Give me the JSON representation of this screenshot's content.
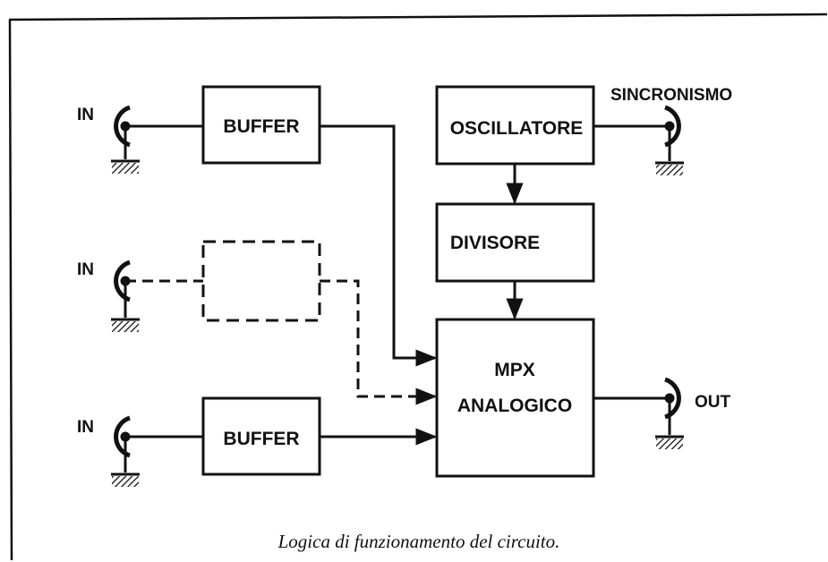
{
  "inputs": [
    {
      "label": "IN"
    },
    {
      "label": "IN"
    },
    {
      "label": "IN"
    }
  ],
  "blocks": {
    "buffer_top": "BUFFER",
    "buffer_bottom": "BUFFER",
    "oscillator": "OSCILLATORE",
    "divider": "DIVISORE",
    "mpx_line1": "MPX",
    "mpx_line2": "ANALOGICO"
  },
  "outputs": {
    "sync_label": "SINCRONISMO",
    "out_label": "OUT"
  },
  "caption": "Logica di funzionamento del circuito."
}
